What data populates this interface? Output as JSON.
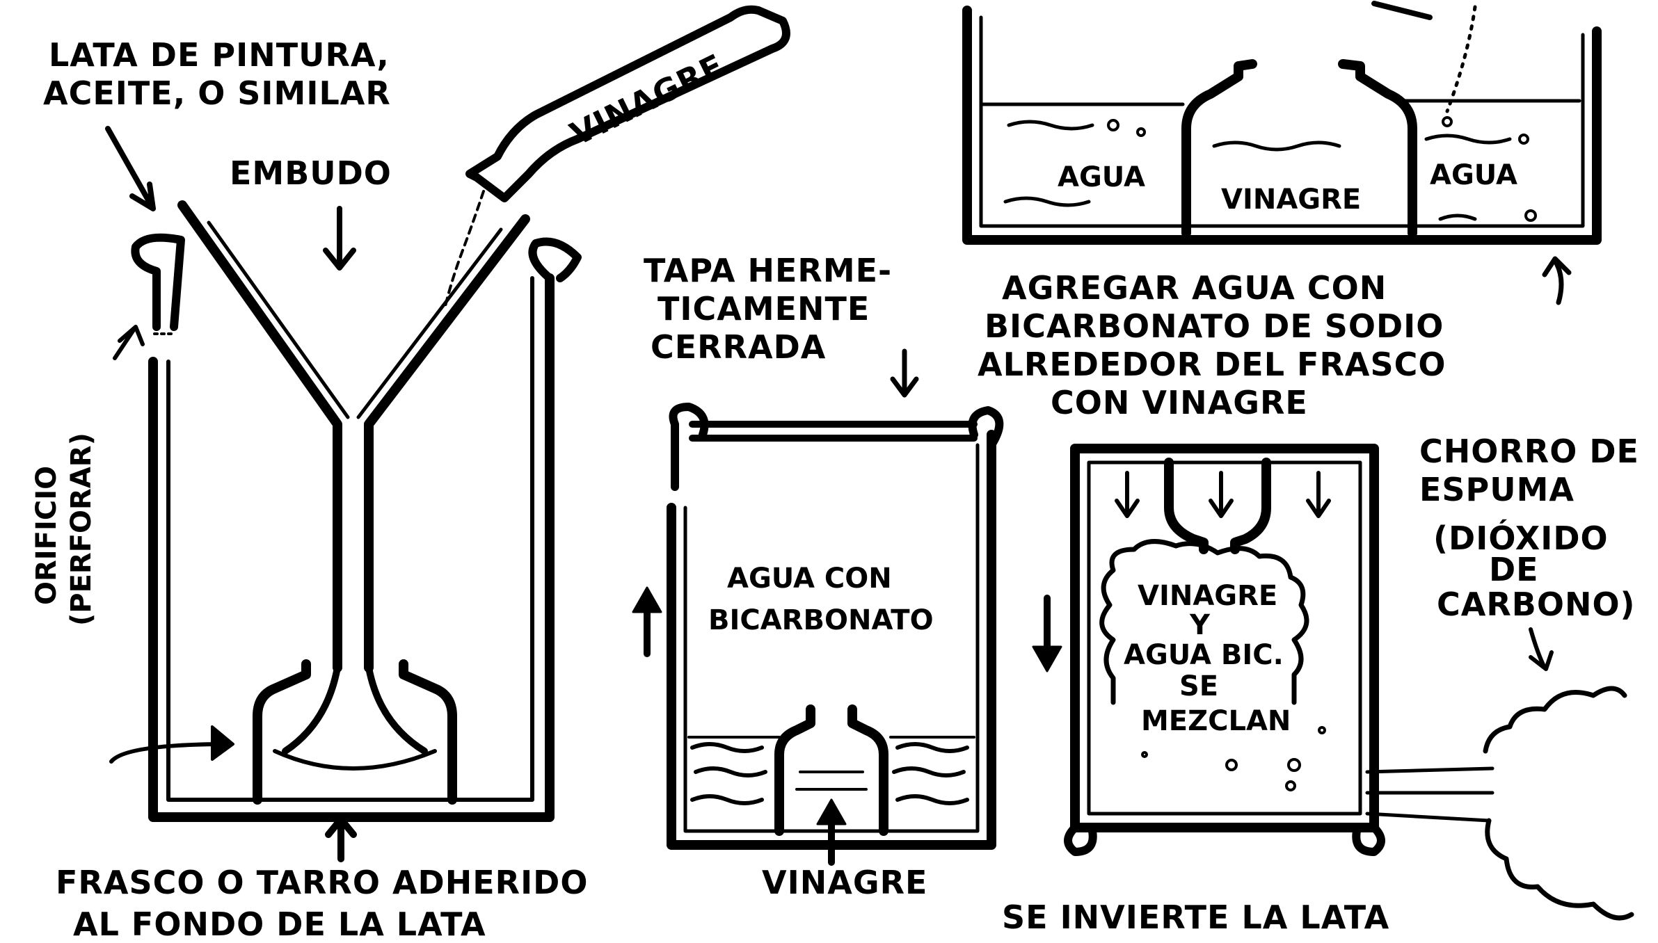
{
  "labels": {
    "lata_line1": "LATA DE PINTURA,",
    "lata_line2": "ACEITE, O SIMILAR",
    "embudo": "EMBUDO",
    "vinagre_bottle": "VINAGRE",
    "orificio_line1": "ORIFICIO",
    "orificio_line2": "(PERFORAR)",
    "frasco_line1": "FRASCO O TARRO ADHERIDO",
    "frasco_line2": "AL FONDO DE LA LATA",
    "tapa_line1": "TAPA HERME-",
    "tapa_line2": "TICAMENTE",
    "tapa_line3": "CERRADA",
    "agua_bic_line1": "AGUA CON",
    "agua_bic_line2": "BICARBONATO",
    "vinagre_bottom": "VINAGRE",
    "agua_left": "AGUA",
    "vinagre_jar": "VINAGRE",
    "agua_right": "AGUA",
    "agregar_line1": "AGREGAR AGUA CON",
    "agregar_line2": "BICARBONATO DE SODIO",
    "agregar_line3": "ALREDEDOR DEL FRASCO",
    "agregar_line4": "CON VINAGRE",
    "mezcla_line1": "VINAGRE",
    "mezcla_line2": "Y",
    "mezcla_line3": "AGUA BIC.",
    "mezcla_line4": "SE",
    "mezcla_line5": "MEZCLAN",
    "chorro_line1": "CHORRO DE",
    "chorro_line2": "ESPUMA",
    "chorro_line3": "(DIÓXIDO",
    "chorro_line4": "DE",
    "chorro_line5": "CARBONO)",
    "invierte": "SE INVIERTE LA LATA"
  }
}
